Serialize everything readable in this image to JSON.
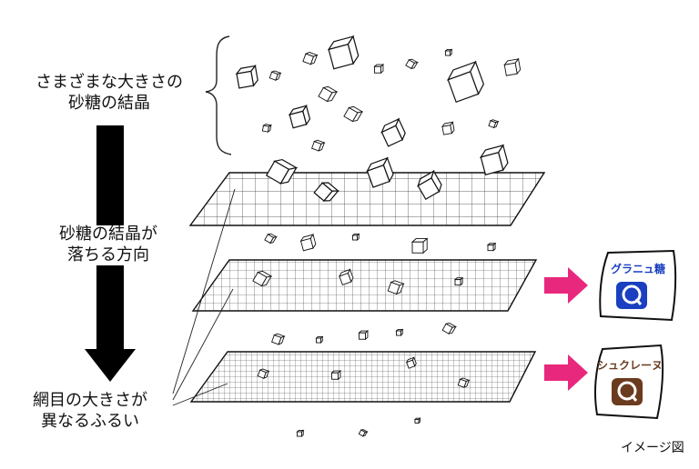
{
  "labels": {
    "crystals": [
      "さまざまな大きさの",
      "砂糖の結晶"
    ],
    "direction": [
      "砂糖の結晶が",
      "落ちる方向"
    ],
    "sieve": [
      "網目の大きさが",
      "異なるふるい"
    ],
    "caption": "イメージ図"
  },
  "products": [
    {
      "name": "グラニュ糖",
      "text_color": "#1a3fc0",
      "logo_color": "#1a3fc0"
    },
    {
      "name": "シュクレーヌ",
      "text_color": "#6b3b1f",
      "logo_color": "#6b3b1f"
    }
  ],
  "colors": {
    "arrow_pink": "#e8287c",
    "line": "#222222",
    "fill_white": "#ffffff"
  }
}
